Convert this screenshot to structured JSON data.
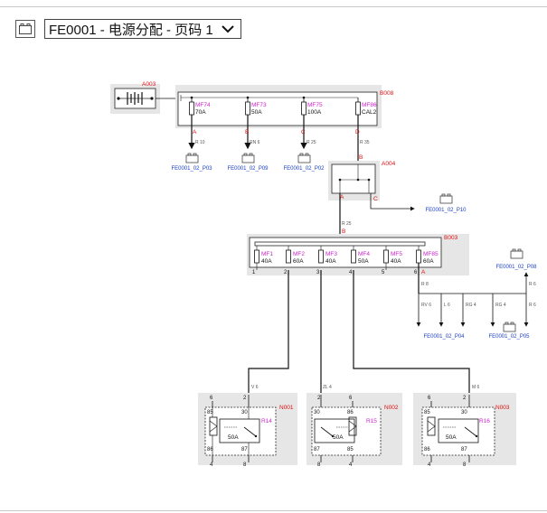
{
  "toolbar": {
    "icon": "battery-icon",
    "page_select": "FE0001 - 电源分配 - 页码 1"
  },
  "components": {
    "a003": "A003",
    "b008": "B008",
    "a004": "A004",
    "b003": "B003",
    "n001": "N001",
    "n002": "N002",
    "n003": "N003"
  },
  "b008_fuses": [
    {
      "id": "MF74",
      "rating": "70A",
      "pin": "A",
      "wire": "R 10",
      "link": "FE0001_02_P03"
    },
    {
      "id": "MF73",
      "rating": "50A",
      "pin": "B",
      "wire": "RN 6",
      "link": "FE0001_02_P09"
    },
    {
      "id": "MF75",
      "rating": "100A",
      "pin": "C",
      "wire": "R 25",
      "link": "FE0001_02_P02"
    },
    {
      "id": "MF86",
      "rating": "CAL2",
      "pin": "D",
      "wire": "R 35"
    }
  ],
  "a004_pins": {
    "b": "B",
    "a": "A",
    "c": "C"
  },
  "a004_link": "FE0001_02_P10",
  "a004_b003_wire": "R 25",
  "b003_in_pin": "B",
  "b003_fuses": [
    {
      "id": "MF1",
      "rating": "40A",
      "pin": "1"
    },
    {
      "id": "MF2",
      "rating": "60A",
      "pin": "2"
    },
    {
      "id": "MF3",
      "rating": "40A",
      "pin": "3"
    },
    {
      "id": "MF4",
      "rating": "50A",
      "pin": "4"
    },
    {
      "id": "MF5",
      "rating": "40A",
      "pin": "5"
    },
    {
      "id": "MF85",
      "rating": "60A",
      "pin": "6",
      "pin2": "A"
    }
  ],
  "b003_out_wire": "R 8",
  "right_links": {
    "p08": "FE0001_02_P08",
    "p08_wire": "R 6",
    "p05_wire": "R 6",
    "p04": "FE0001_02_P04",
    "p05": "FE0001_02_P05",
    "p04_wires": [
      "RV 6",
      "L 6",
      "RG 4"
    ],
    "p05_wire2": "RG 4"
  },
  "relays": [
    {
      "wire": "V 6",
      "pin_tl": "6",
      "pin_tr": "2",
      "p85": "85",
      "p30": "30",
      "p86": "86",
      "p87": "87",
      "id": "R14",
      "rating": "50A",
      "pin_bl": "4",
      "pin_br": "8"
    },
    {
      "wire": "ZL 4",
      "pin_tl": "2",
      "pin_tr": "6",
      "p85": "85",
      "p30": "30",
      "p86": "86",
      "p87": "87",
      "id": "R15",
      "rating": "50A",
      "pin_bl": "8",
      "pin_br": "4"
    },
    {
      "wire": "M 6",
      "pin_tl": "6",
      "pin_tr": "2",
      "p85": "85",
      "p30": "30",
      "p86": "86",
      "p87": "87",
      "id": "R16",
      "rating": "50A",
      "pin_bl": "4",
      "pin_br": "8"
    }
  ]
}
